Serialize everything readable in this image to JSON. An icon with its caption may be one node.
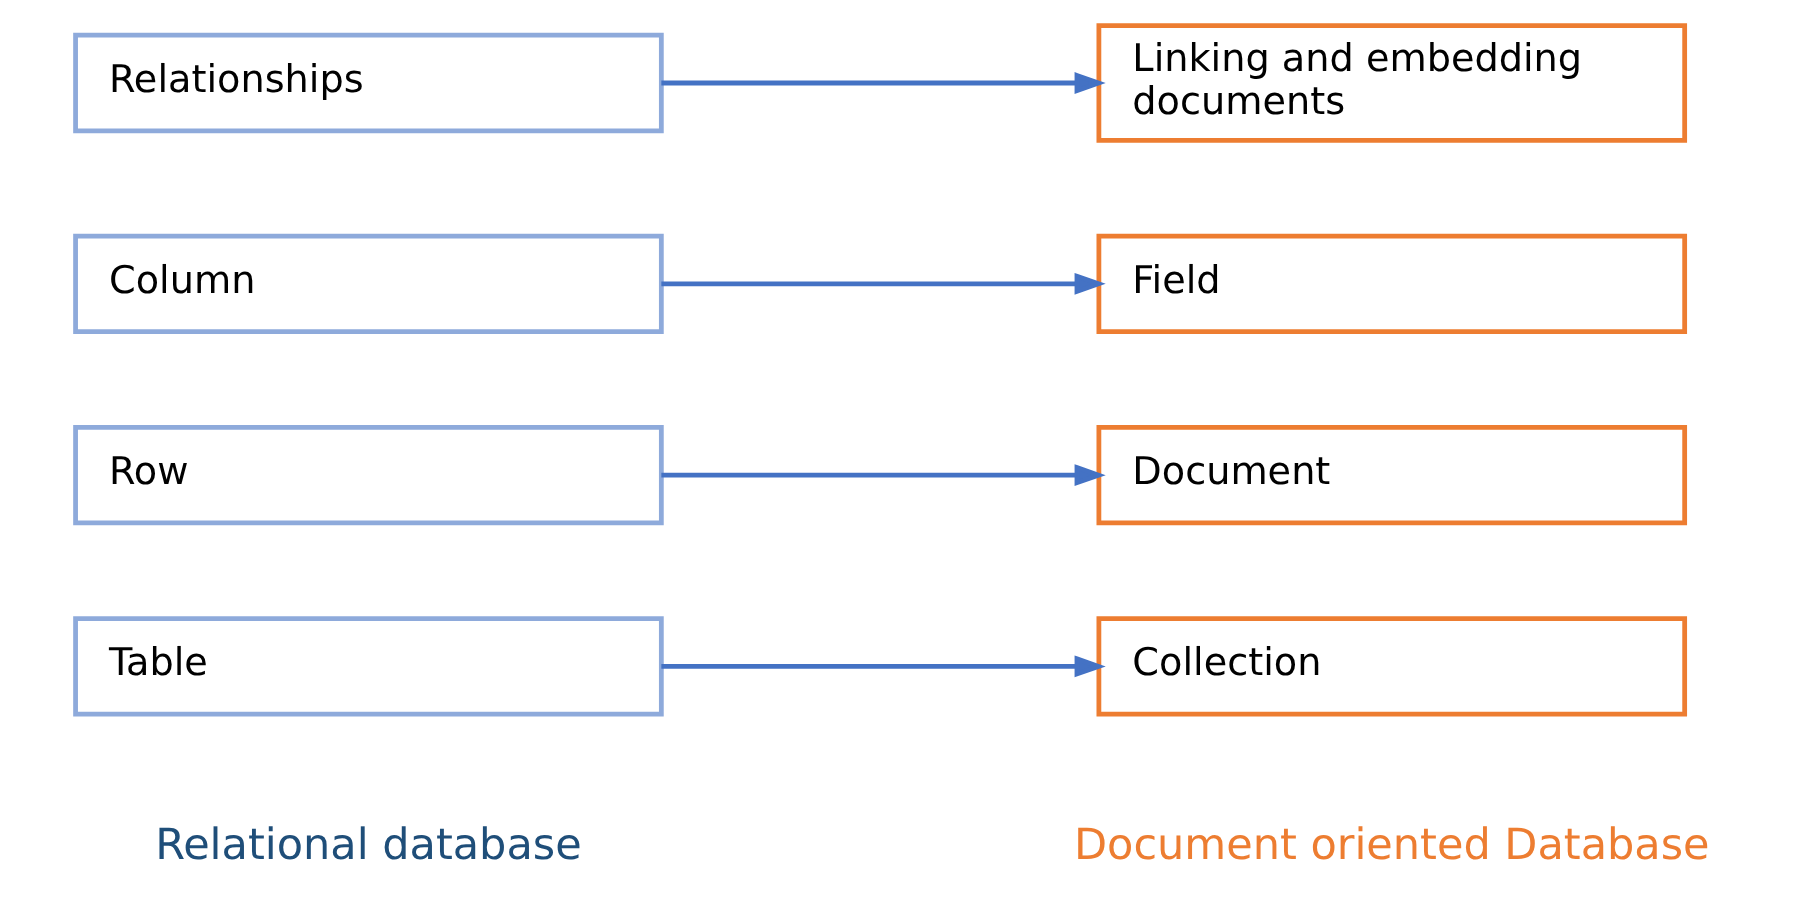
{
  "diagram": {
    "nodes": [
      {
        "text": [
          "Table"
        ]
      },
      {
        "text": [
          "Collection"
        ]
      },
      {
        "text": [
          "Row"
        ]
      },
      {
        "text": [
          "Document"
        ]
      },
      {
        "text": [
          "Column"
        ]
      },
      {
        "text": [
          "Field"
        ]
      },
      {
        "text": [
          "Relationships"
        ]
      },
      {
        "text": [
          "Linking and embedding documents"
        ]
      }
    ],
    "edges": [
      {
        "from": 0,
        "to": 1,
        "arrow": "to"
      },
      {
        "from": 2,
        "to": 3,
        "arrow": "to"
      },
      {
        "from": 4,
        "to": 5,
        "arrow": "to"
      },
      {
        "from": 6,
        "to": 7,
        "arrow": "to"
      }
    ],
    "labels": [
      "Relational database",
      "Document oriented Database"
    ]
  }
}
